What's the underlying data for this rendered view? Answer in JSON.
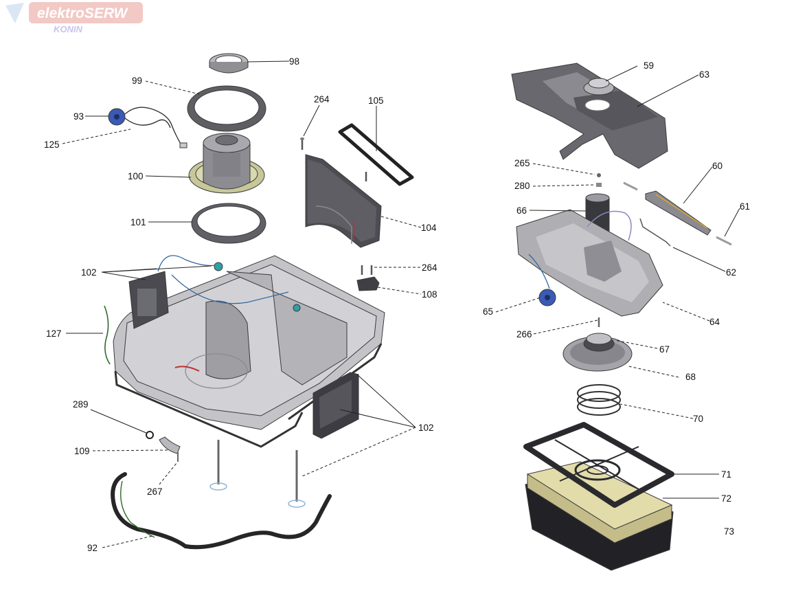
{
  "logo": {
    "main": "elektroSERW",
    "sub": "KONIN"
  },
  "labels": {
    "p98": "98",
    "p99": "99",
    "p93": "93",
    "p125": "125",
    "p100": "100",
    "p101": "101",
    "p264a": "264",
    "p105": "105",
    "p104": "104",
    "p102a": "102",
    "p264b": "264",
    "p108": "108",
    "p127": "127",
    "p102b": "102",
    "p289": "289",
    "p109": "109",
    "p267": "267",
    "p92": "92",
    "p59": "59",
    "p63": "63",
    "p265": "265",
    "p280": "280",
    "p60": "60",
    "p66": "66",
    "p61": "61",
    "p62": "62",
    "p65": "65",
    "p64": "64",
    "p266": "266",
    "p67": "67",
    "p68": "68",
    "p70": "70",
    "p71": "71",
    "p72": "72",
    "p73": "73"
  }
}
